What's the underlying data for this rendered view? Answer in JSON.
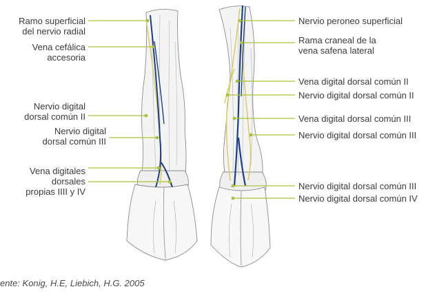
{
  "left_labels": [
    {
      "line1": "Ramo superficial",
      "line2": "del nervio radial"
    },
    {
      "line1": "Vena cefálica",
      "line2": "accesoria"
    },
    {
      "line1": "Nervio digital",
      "line2": "dorsal común II"
    },
    {
      "line1": "Nervio digital",
      "line2": "dorsal común III"
    },
    {
      "line1": "Vena digitales",
      "line2": "dorsales",
      "line3": "propias IIII y IV"
    }
  ],
  "right_labels": [
    {
      "line1": "Nervio peroneo superficial"
    },
    {
      "line1": "Rama craneal de la",
      "line2": "vena safena lateral"
    },
    {
      "line1": "Vena digital dorsal común II"
    },
    {
      "line1": "Nervio digital dorsal común II"
    },
    {
      "line1": "Vena digital dorsal común III"
    },
    {
      "line1": "Nervio digital dorsal común III"
    },
    {
      "line1": "Nervio digital dorsal común III"
    },
    {
      "line1": "Nervio digital dorsal común IV"
    }
  ],
  "source": "ente: Konig, H.E, Liebich, H.G. 2005",
  "colors": {
    "leader": "#a9c23c",
    "nerve": "#d8cf6a",
    "vein": "#1c3f86",
    "outline": "#8a8a8a"
  }
}
